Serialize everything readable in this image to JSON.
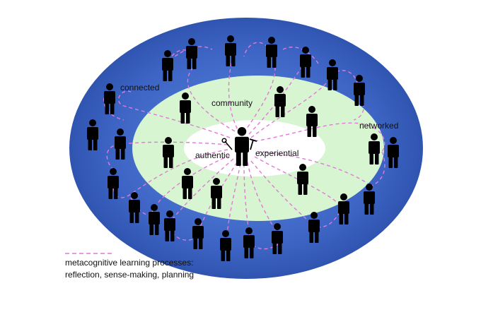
{
  "labels": {
    "connected": "connected",
    "community": "community",
    "authentic": "authentic",
    "experiential": "experiential",
    "networked": "networked"
  },
  "legend": {
    "text": "metacognitive learning processes: reflection, sense-making, planning"
  },
  "colors": {
    "outer_ring": "#3d64c4",
    "middle_ring": "#d8f5d2",
    "inner_ring": "#ffffff",
    "person": "#000000",
    "dashed_path": "#e07ad8"
  }
}
